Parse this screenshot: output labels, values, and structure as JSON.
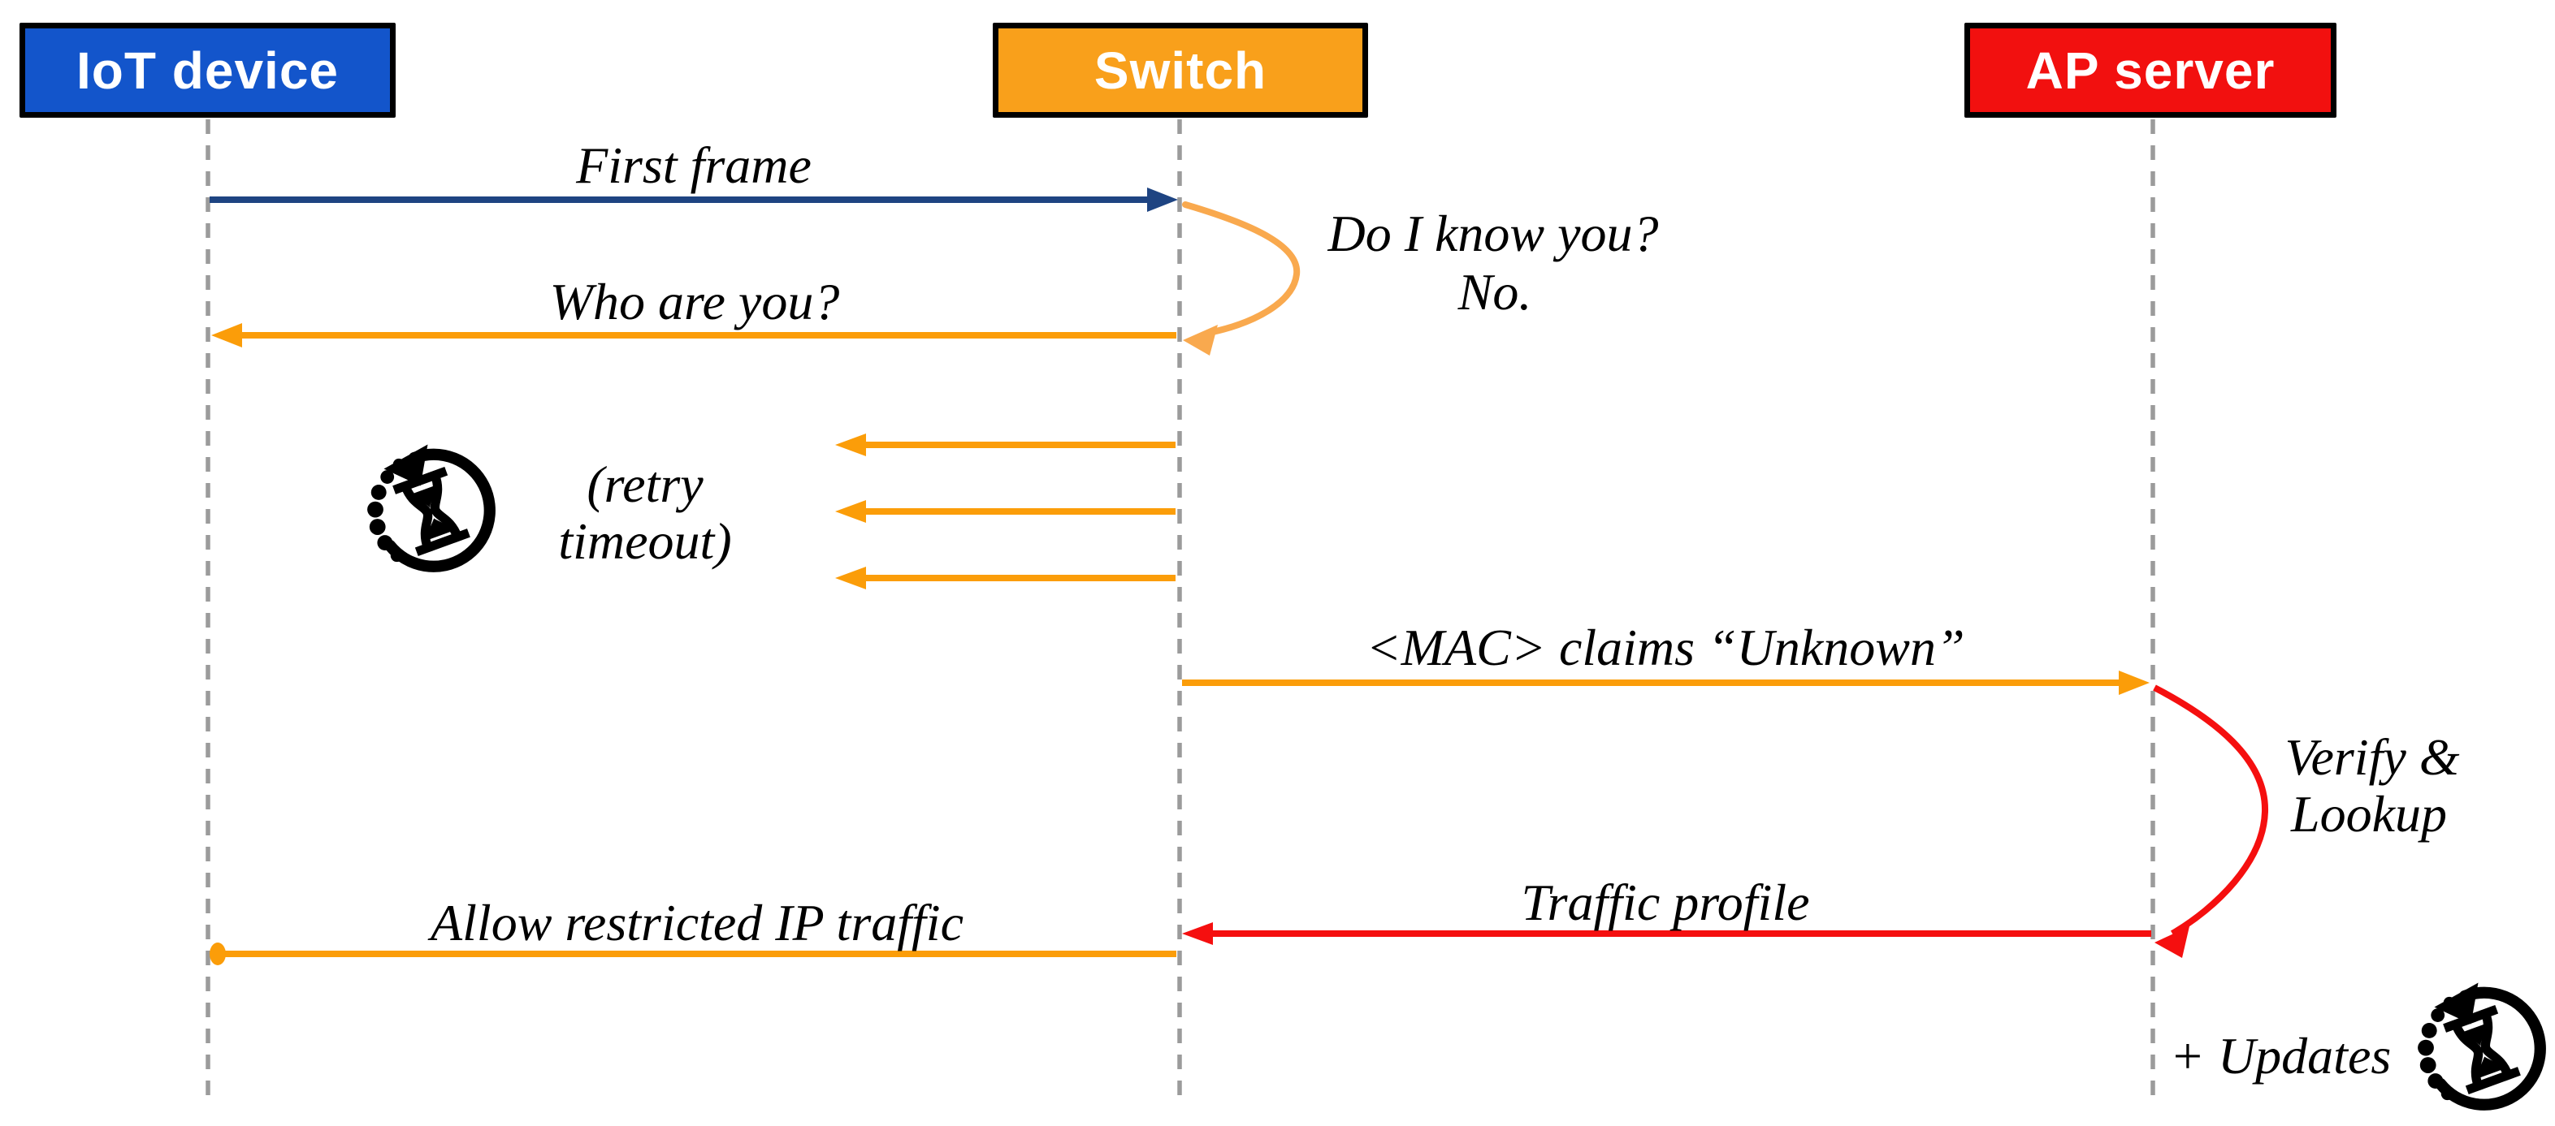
{
  "actors": [
    {
      "id": "iot-device",
      "label": "IoT device"
    },
    {
      "id": "switch",
      "label": "Switch"
    },
    {
      "id": "ap-server",
      "label": "AP server"
    }
  ],
  "messages": {
    "first_frame": "First frame",
    "do_i_know_you_line1": "Do I know you?",
    "do_i_know_you_line2": "No.",
    "who_are_you": "Who are you?",
    "retry_line1": "(retry",
    "retry_line2": "timeout)",
    "mac_claims": "<MAC> claims “Unknown”",
    "verify_line1": "Verify &",
    "verify_line2": "Lookup",
    "traffic_profile": "Traffic profile",
    "allow_restricted": "Allow restricted IP traffic",
    "updates": "+ Updates"
  },
  "icons": {
    "retry_timer": "hourglass-refresh-icon",
    "updates_timer": "hourglass-refresh-icon"
  },
  "colors": {
    "navy": "#1e4482",
    "orange": "#fb9d09",
    "orange_light": "#f9a94e",
    "red": "#f50f0f",
    "lifeline": "#9b9b9b",
    "actor_iot": "#1355cb",
    "actor_switch": "#f9a01b",
    "actor_ap": "#f2100f",
    "ink": "#000000"
  }
}
